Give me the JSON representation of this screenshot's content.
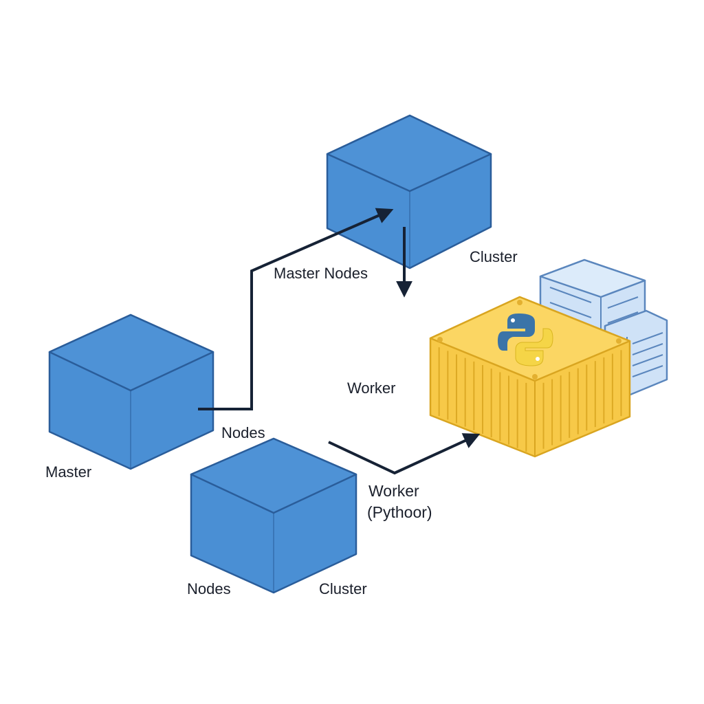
{
  "diagram": {
    "labels": {
      "cluster_top": "Cluster",
      "master_nodes": "Master Nodes",
      "worker_mid": "Worker",
      "nodes_mid": "Nodes",
      "master": "Master",
      "worker_python_line1": "Worker",
      "worker_python_line2": "(Pythoor)",
      "nodes_bottom": "Nodes",
      "cluster_bottom": "Cluster"
    },
    "colors": {
      "node_blue": "#4a8fd4",
      "node_blue_top": "#4e92d6",
      "node_outline": "#2a5d9a",
      "container_yellow": "#f7c948",
      "container_yellow_light": "#fbd663",
      "container_outline": "#d9a520",
      "storage_blue": "#cfe2f7",
      "storage_outline": "#5a86bd",
      "arrow": "#162235",
      "python_blue": "#3b74a8",
      "python_yellow": "#f5d547"
    },
    "icons": [
      "python-logo-icon",
      "storage-server-icon"
    ]
  }
}
